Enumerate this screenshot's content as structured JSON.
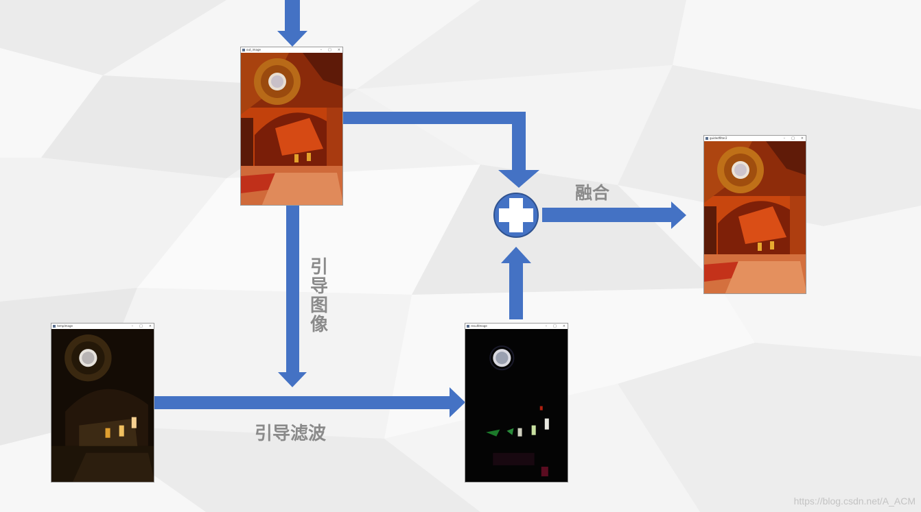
{
  "colors": {
    "arrow": "#4472c4",
    "label": "#8a8a8a",
    "background": "#f3f3f3"
  },
  "windows": {
    "input": {
      "title": "out_image",
      "icon": "opencv-window-icon",
      "content": "warm-orange cathedral interior"
    },
    "guided": {
      "title": "guidedfilter2",
      "icon": "opencv-window-icon",
      "content": "warm-orange cathedral interior"
    },
    "temp": {
      "title": "tempImage",
      "icon": "opencv-window-icon",
      "content": "dark cathedral interior"
    },
    "result": {
      "title": "resultImage",
      "icon": "opencv-window-icon",
      "content": "near-black detail layer"
    }
  },
  "window_controls": {
    "minimize": "–",
    "maximize": "□",
    "close": "×"
  },
  "labels": {
    "fusion": "融合",
    "guide_image": [
      "引",
      "导",
      "图",
      "像"
    ],
    "guided_filter": "引导滤波"
  },
  "operator": {
    "symbol": "+",
    "icon": "plus-circle-icon"
  },
  "watermark": "https://blog.csdn.net/A_ACM"
}
